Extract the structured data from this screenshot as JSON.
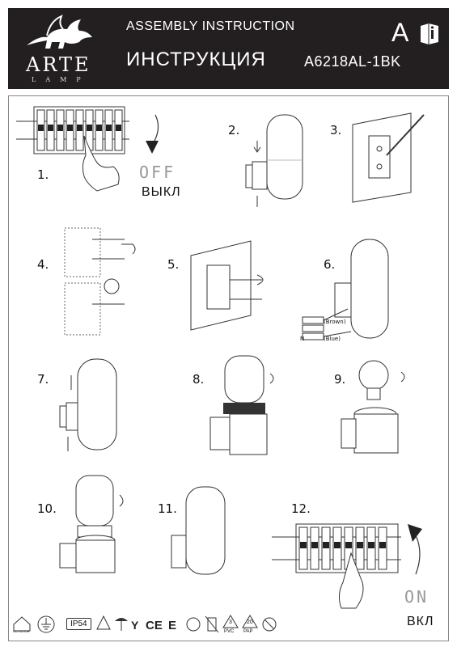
{
  "header": {
    "brand": "ARTE",
    "brand_sub": "LAMP",
    "title_en": "ASSEMBLY INSTRUCTION",
    "title_ru": "ИНСТРУКЦИЯ",
    "lang_letter": "A",
    "model": "A6218AL-1BK"
  },
  "steps": [
    "1.",
    "2.",
    "3.",
    "4.",
    "5.",
    "6.",
    "7.",
    "8.",
    "9.",
    "10.",
    "11.",
    "12."
  ],
  "switch": {
    "off_digits": "OFF",
    "off_label": "ВЫКЛ",
    "on_digits": "ON",
    "on_label": "ВКЛ"
  },
  "wiring": {
    "brown": "(Brown)",
    "blue": "(Blue)",
    "n": "N"
  },
  "footer": {
    "outdoor": "OUTDOOR",
    "ip": "IP54",
    "pvc": "PVC",
    "pap": "PAP",
    "recycle_3": "3",
    "recycle_20": "20"
  },
  "icons": [
    "lion-logo-icon",
    "info-book-icon",
    "outdoor-house-icon",
    "ground-icon",
    "ip-rating-icon",
    "class-iii-icon",
    "temperature-icon",
    "eac-icon",
    "ce-icon",
    "no-ee-icon",
    "gost-icon",
    "no-bin-icon",
    "pvc-recycle-icon",
    "pap-recycle-icon",
    "no-plastic-icon"
  ]
}
